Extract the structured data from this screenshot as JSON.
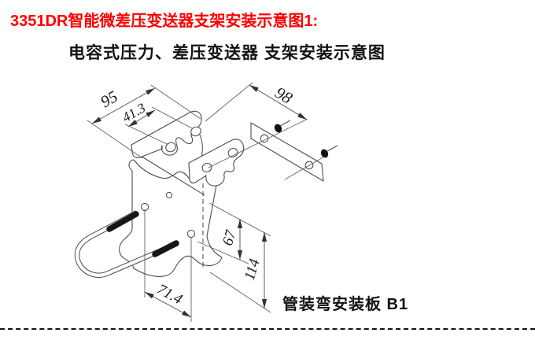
{
  "page": {
    "title": "3351DR智能微差压变送器支架安装示意图1:",
    "subtitle": "电容式压力、差压变送器 支架安装示意图"
  },
  "diagram": {
    "caption": "管装弯安装板 B1",
    "dimensions": {
      "top_plate_width": "95",
      "slot_spacing": "41.3",
      "mounting_plate_length": "98",
      "upper_hole_offset": "67",
      "mounting_plate_height": "114",
      "ubolt_hole_spacing": "71.4"
    },
    "colors": {
      "title_red": "#fe0000",
      "line_gray": "#4c4c4c",
      "text_black": "#121212"
    }
  }
}
